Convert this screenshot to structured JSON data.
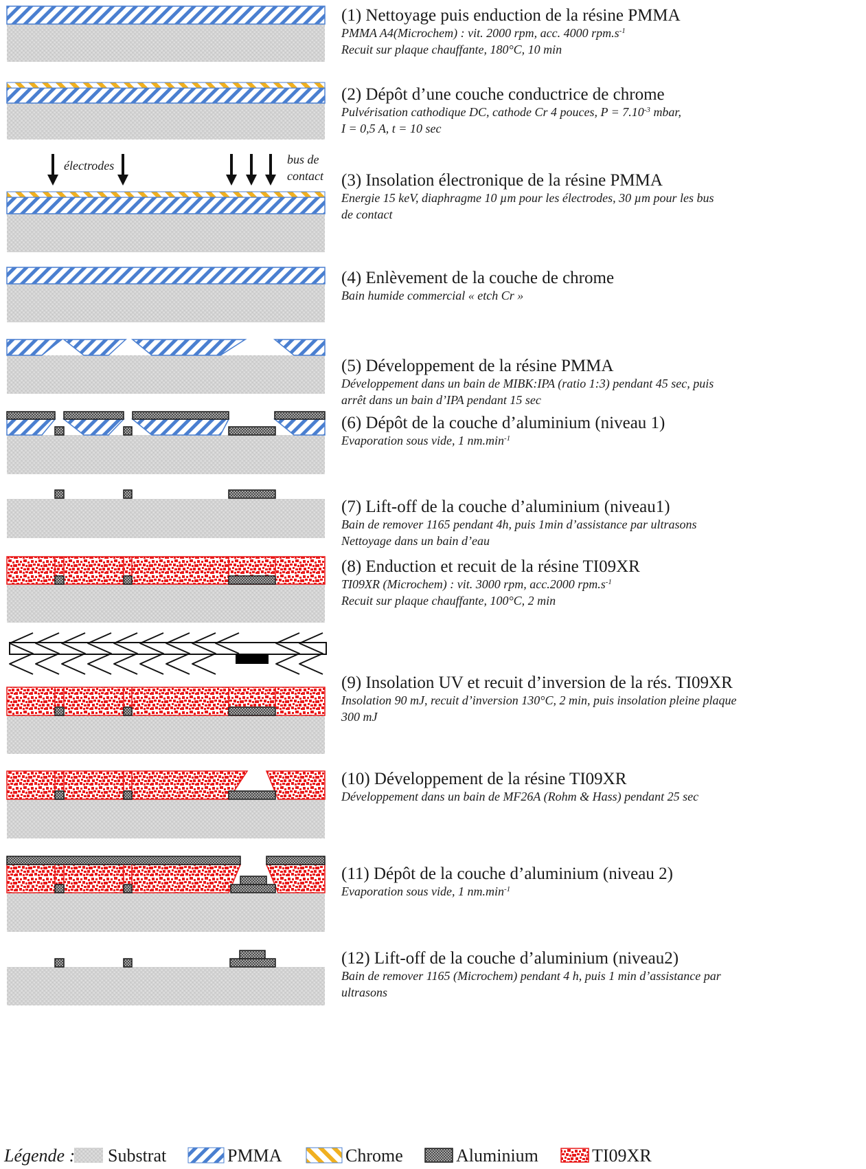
{
  "steps": [
    {
      "title": "(1) Nettoyage puis enduction de la résine PMMA",
      "lines": [
        [
          {
            "t": "PMMA A4(Microchem) : vit. 2000 rpm, acc. 4000 rpm.s"
          },
          {
            "t": "-1",
            "sup": true
          }
        ],
        [
          {
            "t": "Recuit sur plaque chauffante, 180°C, 10 min"
          }
        ]
      ]
    },
    {
      "title": "(2) Dépôt d’une couche conductrice de chrome",
      "lines": [
        [
          {
            "t": "Pulvérisation cathodique DC, cathode Cr 4 pouces, P = 7.10"
          },
          {
            "t": "-3",
            "sup": true
          },
          {
            "t": " mbar,"
          }
        ],
        [
          {
            "t": "I = 0,5 A, t = 10 sec"
          }
        ]
      ]
    },
    {
      "title": "(3) Insolation électronique de la résine PMMA",
      "lines": [
        [
          {
            "t": "Energie 15 keV, diaphragme 10 µm pour les électrodes, 30 µm pour les bus"
          }
        ],
        [
          {
            "t": "de contact"
          }
        ]
      ]
    },
    {
      "title": "(4) Enlèvement de la couche de chrome",
      "lines": [
        [
          {
            "t": "Bain humide commercial « etch Cr »"
          }
        ]
      ]
    },
    {
      "title": "(5) Développement de la résine PMMA",
      "lines": [
        [
          {
            "t": "Développement dans un bain de MIBK:IPA (ratio 1:3) pendant 45 sec, puis"
          }
        ],
        [
          {
            "t": "arrêt dans un bain d’IPA pendant 15 sec"
          }
        ]
      ]
    },
    {
      "title": "(6) Dépôt de la couche d’aluminium (niveau 1)",
      "lines": [
        [
          {
            "t": "Evaporation sous vide, 1 nm.min"
          },
          {
            "t": "-1",
            "sup": true
          }
        ]
      ]
    },
    {
      "title": "(7) Lift-off de la couche d’aluminium (niveau1)",
      "lines": [
        [
          {
            "t": "Bain de remover 1165 pendant 4h, puis 1min d’assistance par ultrasons"
          }
        ],
        [
          {
            "t": "Nettoyage dans un bain d’eau"
          }
        ]
      ]
    },
    {
      "title": "(8) Enduction et recuit de la résine TI09XR",
      "lines": [
        [
          {
            "t": "TI09XR (Microchem) : vit. 3000 rpm, acc.2000 rpm.s"
          },
          {
            "t": "-1",
            "sup": true
          }
        ],
        [
          {
            "t": "Recuit sur plaque chauffante, 100°C, 2 min"
          }
        ]
      ]
    },
    {
      "title": "(9) Insolation UV et recuit d’inversion de la rés. TI09XR",
      "lines": [
        [
          {
            "t": "Insolation 90 mJ, recuit d’inversion 130°C, 2 min, puis insolation pleine plaque"
          }
        ],
        [
          {
            "t": "300 mJ"
          }
        ]
      ]
    },
    {
      "title": "(10) Développement de la résine TI09XR",
      "lines": [
        [
          {
            "t": "Développement dans un bain de MF26A (Rohm & Hass) pendant 25 sec"
          }
        ]
      ]
    },
    {
      "title": "(11) Dépôt de la couche d’aluminium (niveau 2)",
      "lines": [
        [
          {
            "t": "Evaporation sous vide, 1 nm.min"
          },
          {
            "t": "-1",
            "sup": true
          }
        ]
      ]
    },
    {
      "title": "(12) Lift-off de la couche d’aluminium (niveau2)",
      "lines": [
        [
          {
            "t": "Bain de remover 1165 (Microchem) pendant 4 h, puis 1 min d’assistance par"
          }
        ],
        [
          {
            "t": "ultrasons"
          }
        ]
      ]
    }
  ],
  "labels": {
    "electrodes": "électrodes",
    "bus_line1": "bus de",
    "bus_line2": "contact"
  },
  "legend": {
    "heading": "Légende :",
    "items": [
      {
        "key": "substrate",
        "label": "Substrat"
      },
      {
        "key": "pmma",
        "label": "PMMA"
      },
      {
        "key": "chrome",
        "label": "Chrome"
      },
      {
        "key": "aluminium",
        "label": "Aluminium"
      },
      {
        "key": "ti09xr",
        "label": "TI09XR"
      }
    ]
  },
  "colors": {
    "substrate": "#d2d2d2",
    "pmma": "#4a7fd0",
    "chrome": "#f0b020",
    "aluminium": "#6a6a6a",
    "ti09xr": "#e81818",
    "mask": "#000000"
  }
}
